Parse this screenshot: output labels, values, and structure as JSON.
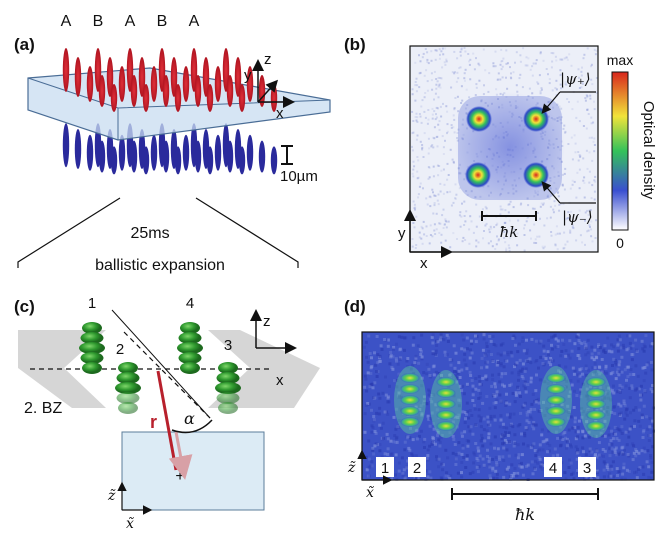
{
  "panels": {
    "a": {
      "label": "(a)",
      "sites": [
        "A",
        "B",
        "A",
        "B",
        "A"
      ],
      "axes": {
        "x": "x",
        "y": "y",
        "z": "z"
      },
      "scale_bar": "10µm",
      "caption_line1": "25ms",
      "caption_line2": "ballistic expansion"
    },
    "b": {
      "label": "(b)",
      "colorbar_max": "max",
      "colorbar_min": "0",
      "colorbar_title": "Optical density",
      "state_plus": "|ψ₊⟩",
      "state_minus": "|ψ₋⟩",
      "momentum": "ħk",
      "axes": {
        "x": "x",
        "y": "y"
      },
      "colors": {
        "low": "#f2f4fb",
        "mid1": "#3a4fd0",
        "mid2": "#34c25a",
        "mid3": "#f1e33a",
        "high": "#d8261c"
      }
    },
    "c": {
      "label": "(c)",
      "tubes": [
        "1",
        "2",
        "4",
        "3"
      ],
      "zone": "2. BZ",
      "vector": "r",
      "angle": "α",
      "axes": {
        "x": "x",
        "z": "z",
        "xt": "x̃",
        "zt": "z̃"
      }
    },
    "d": {
      "label": "(d)",
      "boxes": [
        "1",
        "2",
        "4",
        "3"
      ],
      "momentum": "ħk",
      "axes": {
        "xt": "x̃",
        "zt": "z̃"
      }
    }
  }
}
